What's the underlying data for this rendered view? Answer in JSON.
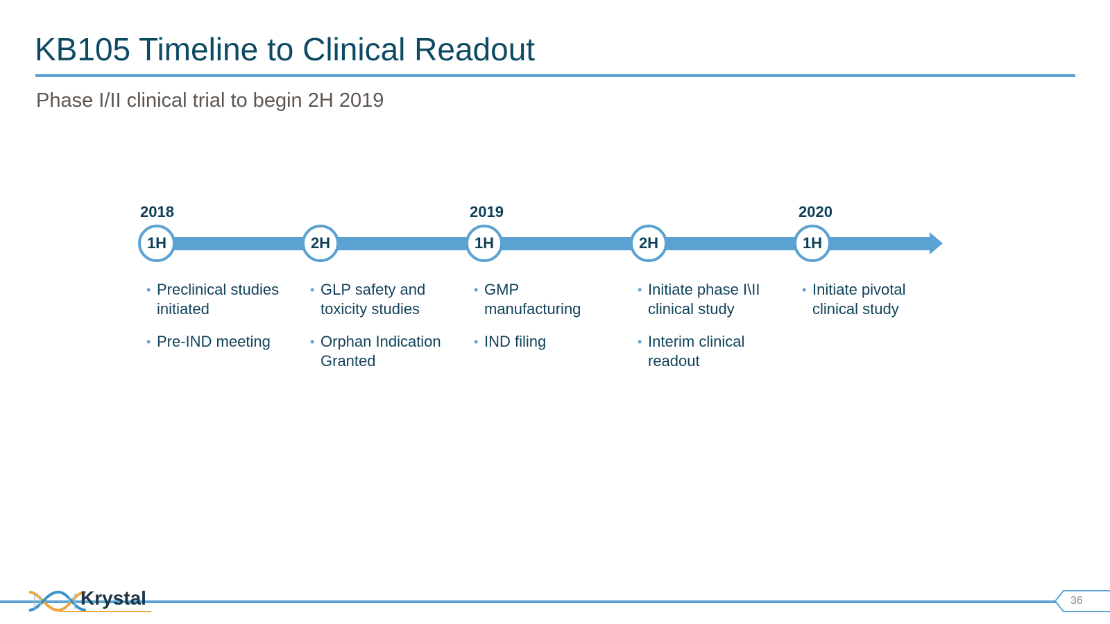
{
  "header": {
    "title": "KB105 Timeline to Clinical Readout",
    "subtitle": "Phase I/II clinical trial to begin 2H 2019"
  },
  "timeline": {
    "years": [
      "2018",
      "2019",
      "2020"
    ],
    "nodes": [
      "1H",
      "2H",
      "1H",
      "2H",
      "1H"
    ],
    "milestones": [
      [
        "Preclinical studies initiated",
        "Pre-IND meeting"
      ],
      [
        "GLP safety and toxicity studies",
        "Orphan Indication Granted"
      ],
      [
        "GMP manufacturing",
        "IND filing"
      ],
      [
        "Initiate phase I\\II clinical study",
        "Interim clinical readout"
      ],
      [
        "Initiate pivotal clinical study"
      ]
    ]
  },
  "footer": {
    "logo_text": "Krystal",
    "page_number": "36"
  },
  "colors": {
    "title": "#0d4a63",
    "accent": "#5ba2d2",
    "subtitle": "#5d5550",
    "logo_orange": "#f0a63b"
  }
}
